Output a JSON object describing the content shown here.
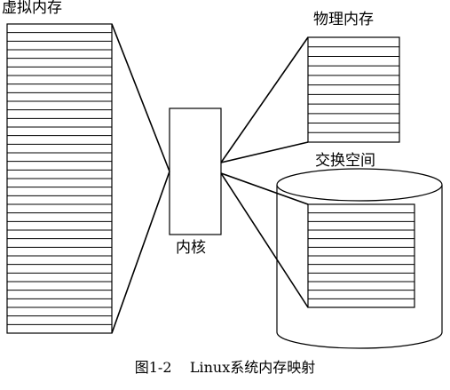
{
  "labels": {
    "virtual_memory": "虚拟内存",
    "physical_memory": "物理内存",
    "swap_space": "交换空间",
    "kernel": "内核"
  },
  "caption": "图1-2    Linux系统内存映射",
  "stripes": {
    "virtual_memory": 36,
    "physical_memory": 11,
    "swap_space": 12
  },
  "colors": {
    "stroke": "#000000",
    "background": "#ffffff"
  }
}
